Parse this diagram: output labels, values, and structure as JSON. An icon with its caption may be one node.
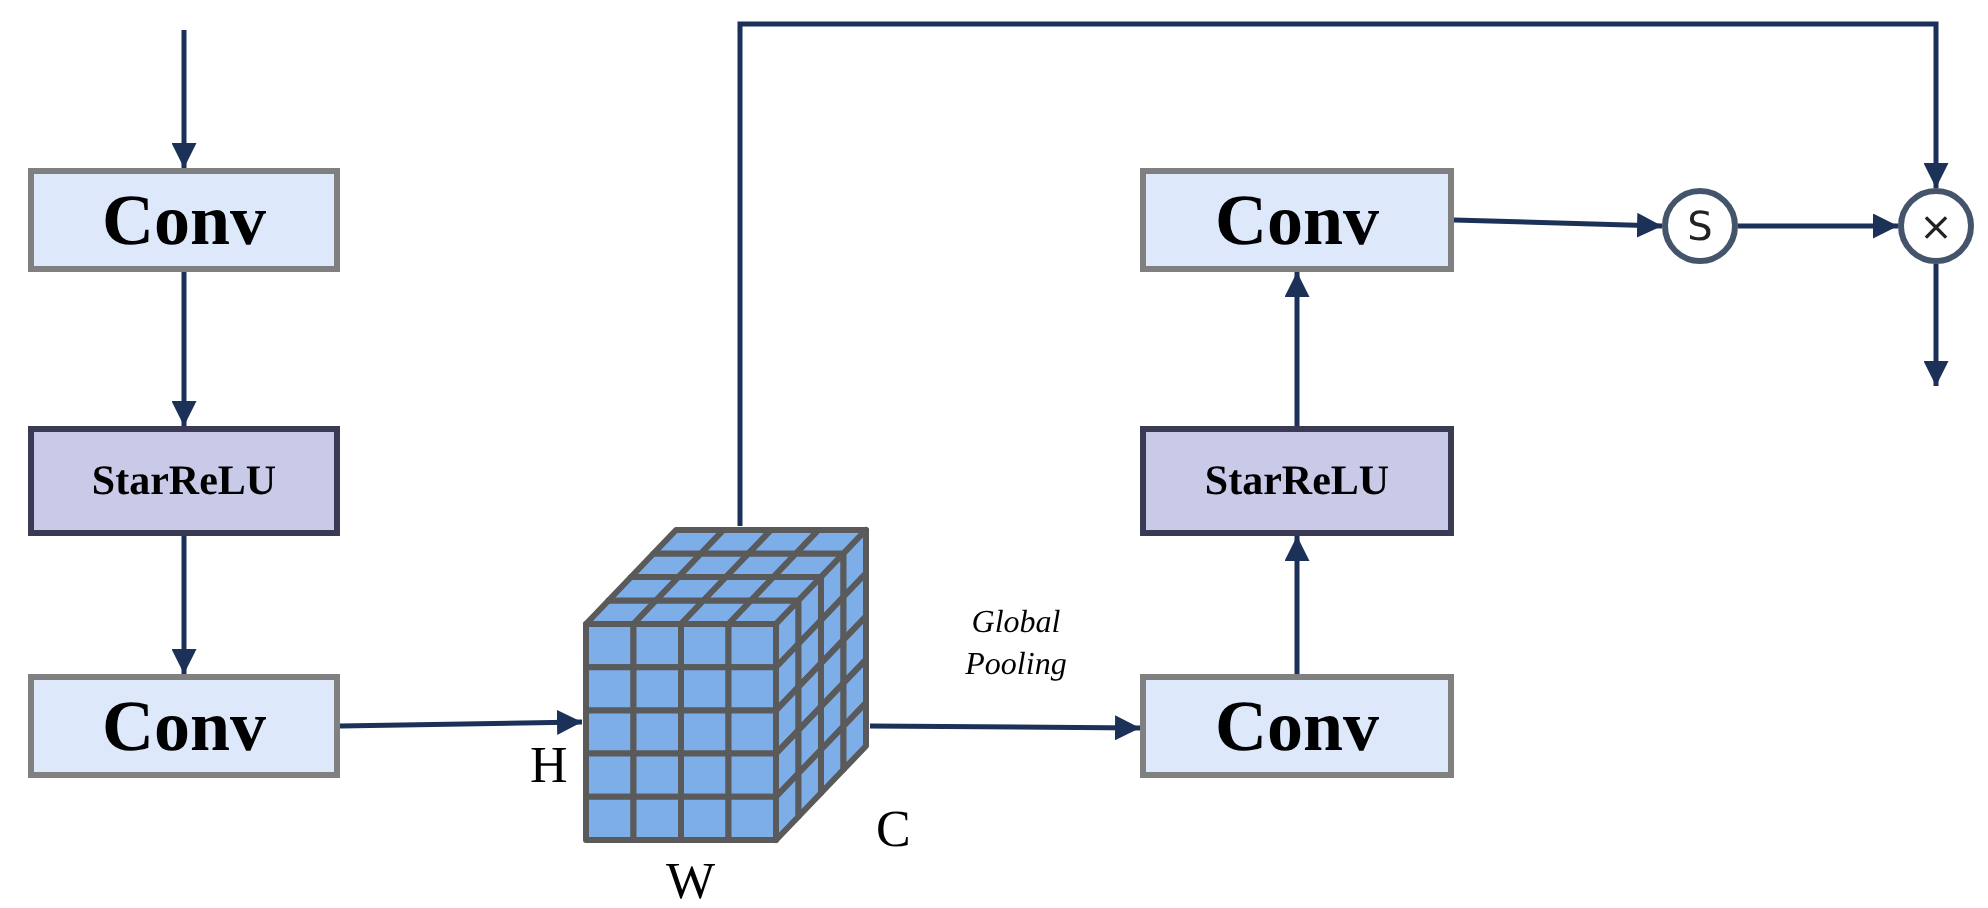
{
  "diagram": {
    "nodes": [
      {
        "text": [
          "Conv"
        ]
      },
      {
        "text": [
          "StarReLU"
        ]
      },
      {
        "text": [
          "Conv"
        ]
      },
      {
        "text": [],
        "shape": "picture",
        "beside": [
          "H",
          "W",
          "C"
        ]
      },
      {
        "text": [
          "Conv"
        ]
      },
      {
        "text": [
          "StarReLU"
        ]
      },
      {
        "text": [
          "Conv"
        ]
      },
      {
        "text": [
          "S"
        ]
      },
      {
        "text": [
          "×"
        ]
      }
    ],
    "edges": [
      {
        "from": null,
        "to": 0,
        "arrow": "to"
      },
      {
        "from": 0,
        "to": 1,
        "arrow": "to"
      },
      {
        "from": 1,
        "to": 2,
        "arrow": "to"
      },
      {
        "from": 2,
        "to": 3,
        "arrow": "to"
      },
      {
        "from": 3,
        "to": 4,
        "arrow": "to",
        "label": "Global Pooling"
      },
      {
        "from": 4,
        "to": 5,
        "arrow": "to"
      },
      {
        "from": 5,
        "to": 6,
        "arrow": "to"
      },
      {
        "from": 6,
        "to": 7,
        "arrow": "to"
      },
      {
        "from": 7,
        "to": 8,
        "arrow": "to"
      },
      {
        "from": 3,
        "to": 8,
        "arrow": "to"
      },
      {
        "from": 8,
        "to": null,
        "arrow": "to"
      }
    ]
  }
}
